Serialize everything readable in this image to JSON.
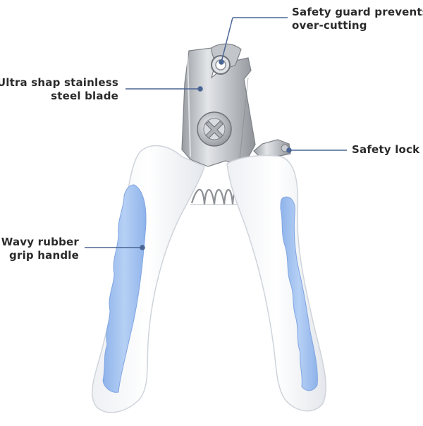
{
  "image": {
    "subject": "pet-nail-clipper",
    "colors": {
      "background": "#ffffff",
      "handle_white": "#f8f9fb",
      "handle_shadow": "#d9dde3",
      "grip_blue": "#a9c7f2",
      "grip_blue_dark": "#8fb3ea",
      "steel": "#c9ccd0",
      "steel_dark": "#8d9196",
      "leader_line": "#4a6594",
      "text": "#2a2a2a"
    }
  },
  "callouts": {
    "safety_guard": {
      "line1": "Safety guard prevents",
      "line2": "over-cutting"
    },
    "blade": {
      "line1": "Ultra shap stainless",
      "line2": "steel blade"
    },
    "safety_lock": {
      "line1": "Safety lock"
    },
    "grip": {
      "line1": "Wavy rubber",
      "line2": "grip handle"
    }
  }
}
